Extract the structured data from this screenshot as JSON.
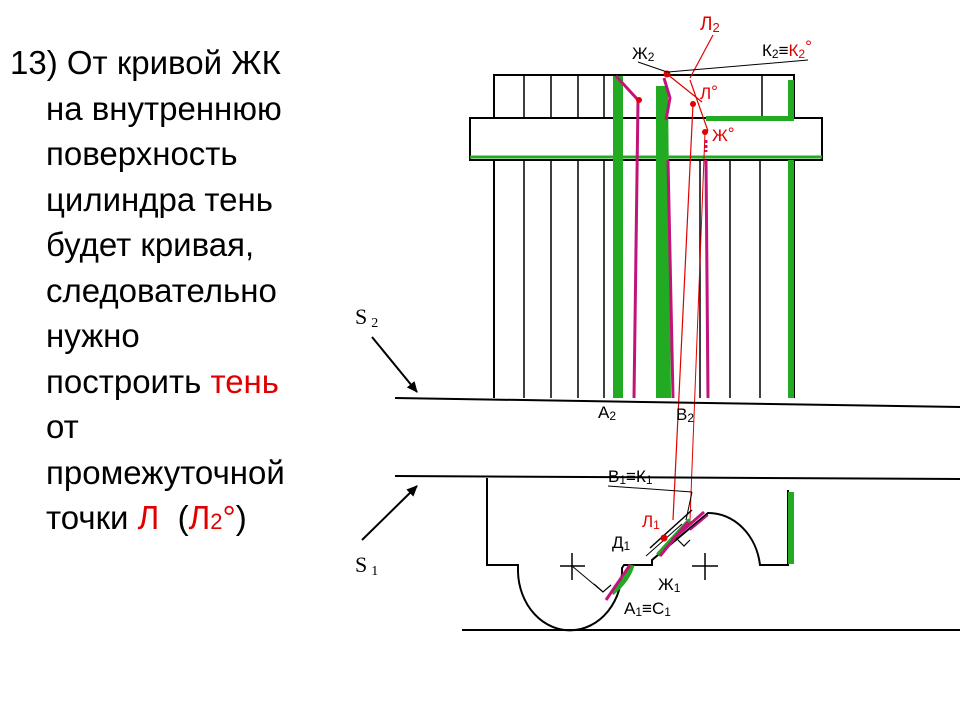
{
  "caption": {
    "number": "13)",
    "line1": "От кривой ЖК",
    "line2": "на внутреннюю",
    "line3": "поверхность",
    "line4": "цилиндра тень",
    "line5": "будет кривая,",
    "line6": "следовательно",
    "line7": "нужно",
    "line8_a": "построить ",
    "line8_b": "тень",
    "line9": "от",
    "line10": "промежуточной",
    "line11_a": "точки ",
    "line11_b": "Л",
    "line11_c": "  (",
    "line11_d": "Л",
    "line11_e": "2",
    "line11_f": "°",
    "line11_g": ")"
  },
  "labels": {
    "L2_main": "Л",
    "L2_sub": "2",
    "Zh2_main": "Ж",
    "Zh2_sub": "2",
    "K2_main": "К",
    "K2_sub": "2",
    "K2_equiv": "≡",
    "K2o_main": "К",
    "K2o_sub": "2",
    "K2o_deg": "°",
    "Lo_main": "Л",
    "Lo_deg": "°",
    "Zho_main": "Ж",
    "Zho_deg": "°",
    "S2_main": "S",
    "S2_sub": "2",
    "A2_main": "А",
    "A2_sub": "2",
    "B2_main": "В",
    "B2_sub": "2",
    "B1K1_main": "В",
    "B1K1_sub1": "1",
    "B1K1_equiv": "≡К",
    "B1K1_sub2": "1",
    "L1_main": "Л",
    "L1_sub": "1",
    "D1_main": "Д",
    "D1_sub": "1",
    "S1_main": "S",
    "S1_sub": "1",
    "Zh1_main": "Ж",
    "Zh1_sub": "1",
    "A1C1_main": "А",
    "A1C1_sub1": "1",
    "A1C1_equiv": "≡С",
    "A1C1_sub2": "1"
  },
  "colors": {
    "text": "#000000",
    "accent_red": "#e00000",
    "shadow_green": "#22aa22",
    "shadow_magenta": "#c0147a",
    "line": "#000000"
  }
}
